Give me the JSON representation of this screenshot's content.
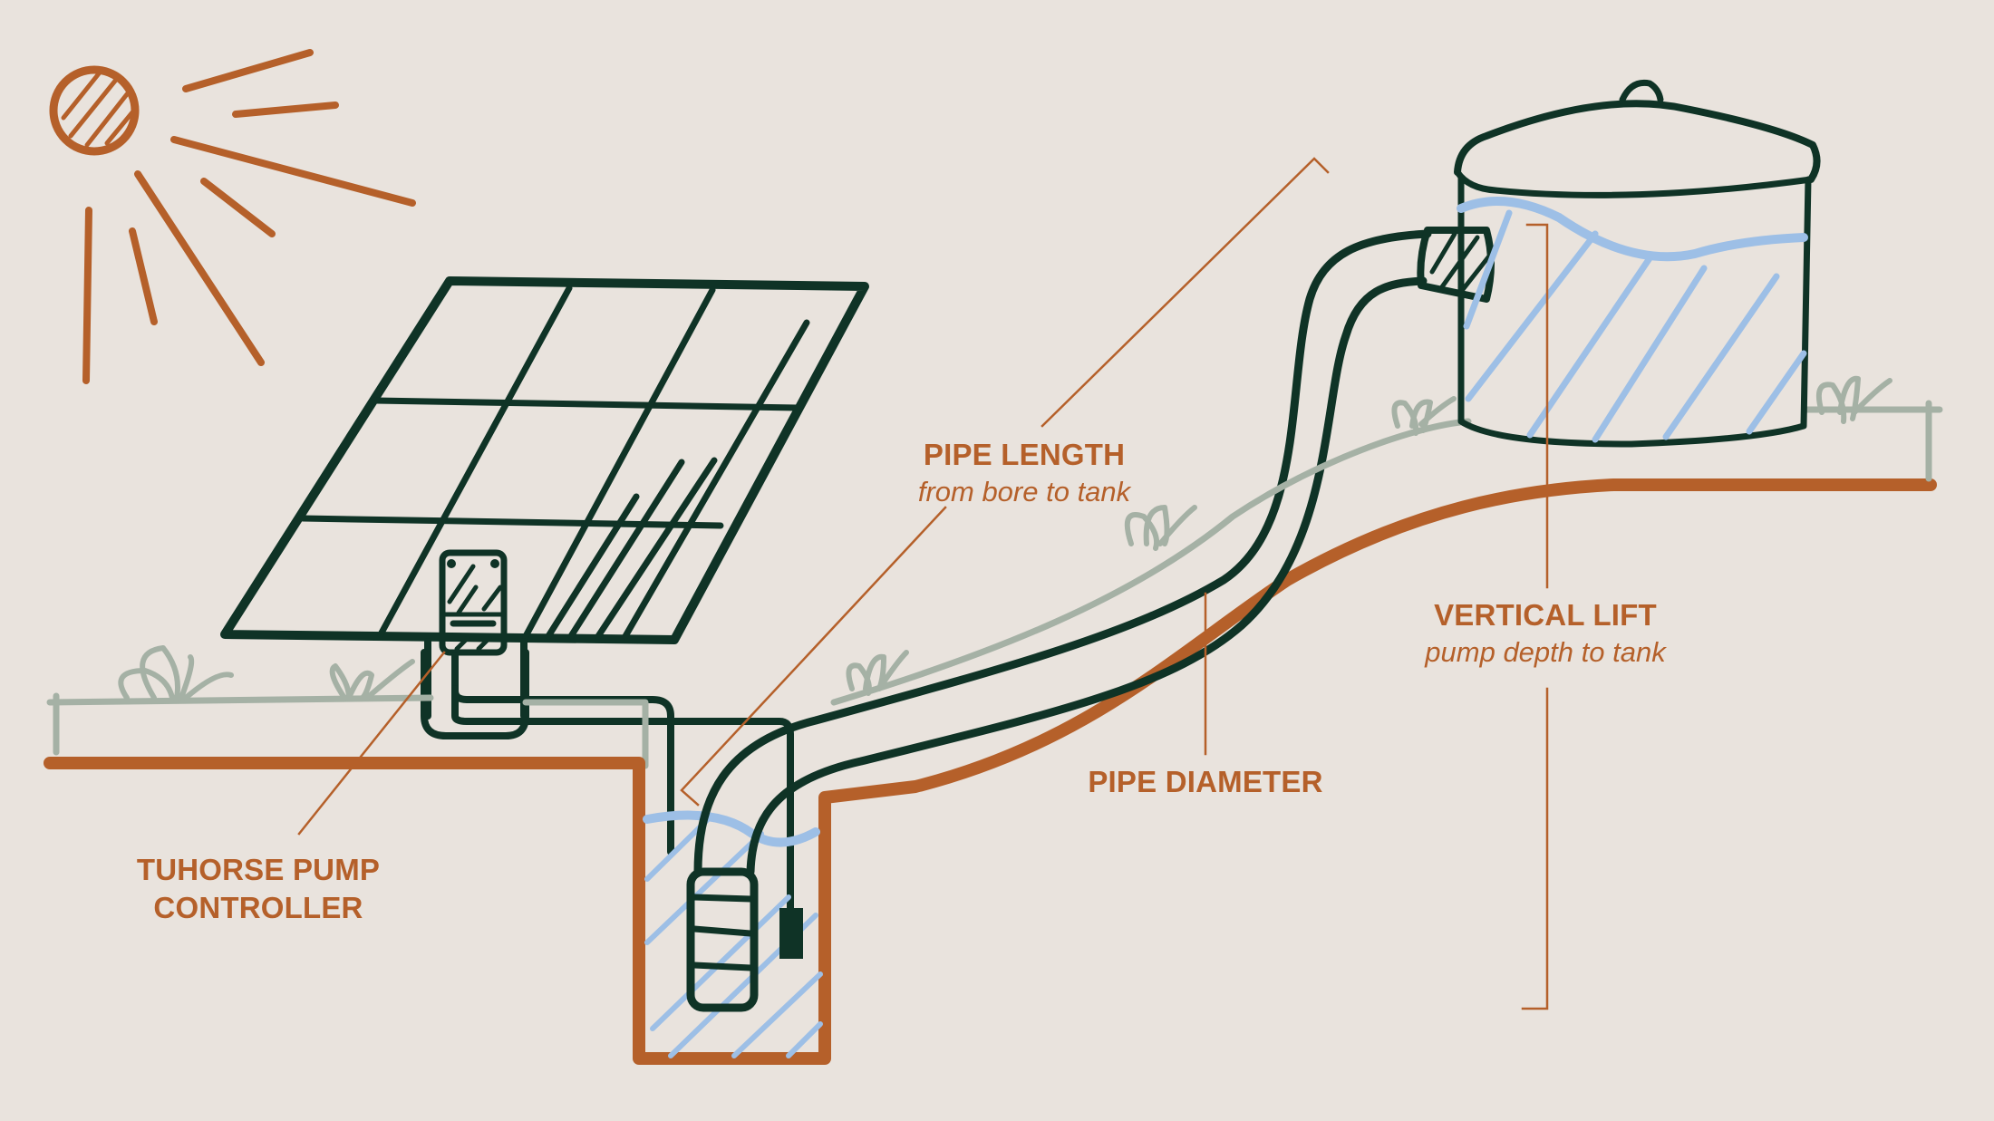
{
  "diagram": {
    "subject": "Solar bore pump system",
    "palette": {
      "background": "#e9e3dd",
      "ink": "#0f3326",
      "accent": "#b5602a",
      "vegetation": "#a5b1a5",
      "water": "#9dbfe6"
    },
    "components": [
      "sun",
      "solar-panel",
      "pump-controller",
      "bore",
      "submersible-pump",
      "float-switch",
      "delivery-pipe",
      "water-tank"
    ]
  },
  "labels": {
    "pipe_length": {
      "title": "PIPE LENGTH",
      "subtitle": "from bore to tank"
    },
    "vertical_lift": {
      "title": "VERTICAL LIFT",
      "subtitle": "pump depth to tank"
    },
    "pipe_diameter": {
      "title": "PIPE DIAMETER"
    },
    "controller": {
      "line1": "TUHORSE PUMP",
      "line2": "CONTROLLER"
    }
  }
}
